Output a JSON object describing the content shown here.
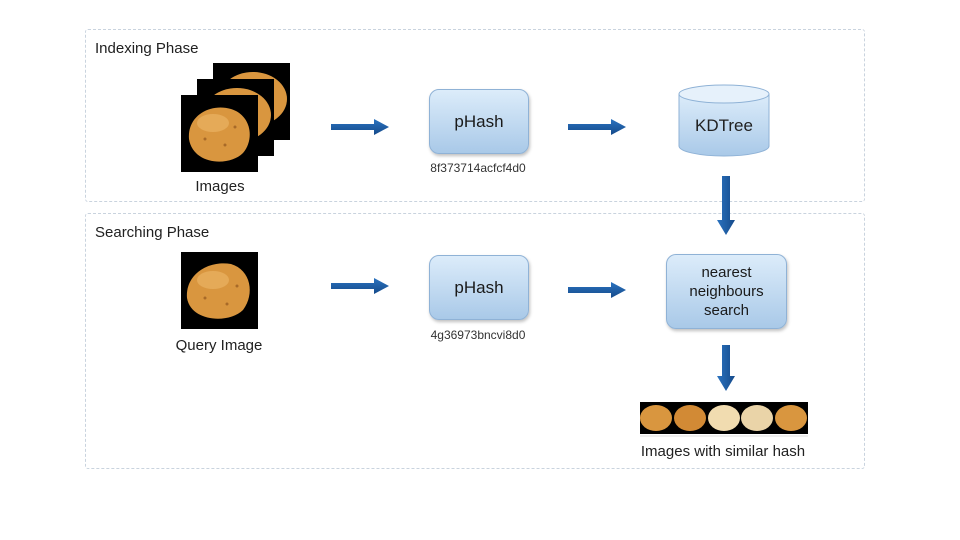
{
  "indexing": {
    "title": "Indexing Phase",
    "images_label": "Images",
    "phash_label": "pHash",
    "hash_value": "8f373714acfcf4d0",
    "kdtree_label": "KDTree"
  },
  "searching": {
    "title": "Searching Phase",
    "query_label": "Query Image",
    "phash_label": "pHash",
    "hash_value": "4g36973bncvi8d0",
    "search_lines": [
      "nearest",
      "neighbours",
      "search"
    ],
    "results_label": "Images with similar hash"
  },
  "colors": {
    "arrow": "#1f5fa8",
    "box_top": "#dcecfa",
    "box_bottom": "#a9c9e8",
    "potato": "#d9963f"
  }
}
